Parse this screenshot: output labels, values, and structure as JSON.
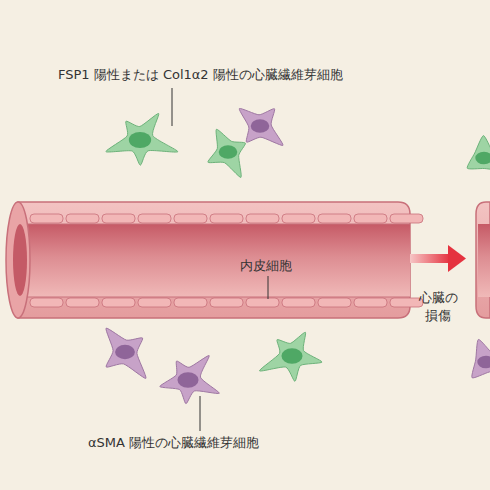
{
  "diagram": {
    "labels": [
      "FSP1 陽性または Col1α2 陽性の心臓繊維芽細胞",
      "内皮細胞",
      "心臓の 損傷",
      "αSMA 陽性の心臓繊維芽細胞"
    ]
  }
}
